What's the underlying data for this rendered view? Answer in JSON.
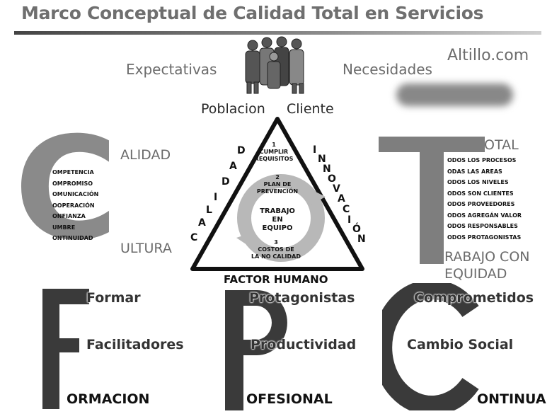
{
  "title": "Marco Conceptual de Calidad Total en Servicios",
  "watermark": "Altillo.com",
  "top_labels": {
    "expectativas": "Expectativas",
    "necesidades": "Necesidades",
    "poblacion": "Poblacion",
    "cliente": "Cliente"
  },
  "left_c": {
    "letter": "C",
    "word1": "ALIDAD",
    "word2": "ULTURA",
    "items": [
      "OMPETENCIA",
      "OMPROMISO",
      "OMUNICACIÓN",
      "OOPERACIÓN",
      "ONFIANZA",
      "UMBRE",
      "ONTINUIDAD"
    ]
  },
  "right_t": {
    "letter": "T",
    "word1": "OTAL",
    "items": [
      "ODOS LOS PROCESOS",
      "ODAS LAS AREAS",
      "ODOS LOS NIVELES",
      "ODOS SON CLIENTES",
      "ODOS PROVEEDORES",
      "ODOS AGREGÁN VALOR",
      "ODOS RESPONSABLES",
      "ODOS PROTAGONISTAS"
    ],
    "word2_line1": "RABAJO CON",
    "word2_line2": "EQUIDAD"
  },
  "triangle": {
    "left_side": [
      "C",
      "A",
      "L",
      "I",
      "D",
      "A",
      "D"
    ],
    "right_side": [
      "I",
      "N",
      "N",
      "O",
      "V",
      "A",
      "C",
      "I",
      "Ó",
      "N"
    ],
    "step1": "1\nCUMPLIR\nREQUISITOS",
    "step2": "2\nPLAN DE\nPREVENCIÓN",
    "center": "TRABAJO\nEN\nEQUIPO",
    "step3": "3\nCOSTOS DE\nLA NO CALIDAD",
    "base": "FACTOR HUMANO"
  },
  "bottom": [
    {
      "letter": "F",
      "word1": "Formar",
      "word2": "Facilitadores",
      "base": "ORMACION"
    },
    {
      "letter": "P",
      "word1": "Protagonistas",
      "word2": "Productividad",
      "base": "OFESIONAL"
    },
    {
      "letter": "C",
      "word1": "Comprometidos",
      "word2": "Cambio Social",
      "base": "ONTINUA"
    }
  ],
  "colors": {
    "big_letter_light": "#8a8a8a",
    "big_letter_dark": "#3a3a3a",
    "title": "#6f6f6f",
    "arrow_ring": "#b8b8b8"
  },
  "icons": [
    "people-group-icon"
  ]
}
